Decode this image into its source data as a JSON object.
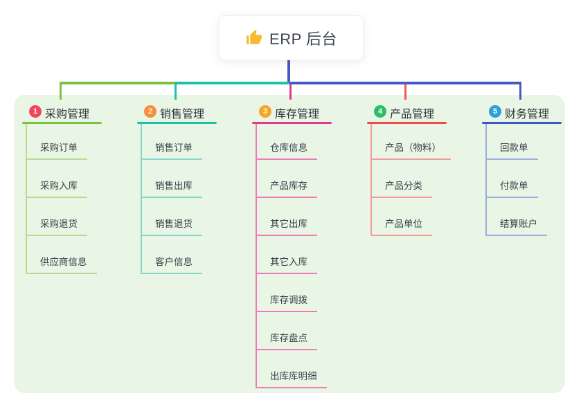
{
  "root": {
    "title": "ERP 后台",
    "icon": "thumbs-up-icon",
    "icon_color": "#F5BC2F"
  },
  "theme": {
    "canvas_bg": "#ffffff",
    "panel_bg": "#EAF6E5",
    "root_stem_color": "#4658C8",
    "connector_left_color": "#7CC242",
    "connector_mid_color": "#1FBFA9",
    "connector_right_color": "#4658C8",
    "title_text_color": "#2B323B",
    "item_text_color": "#39404A"
  },
  "branches": [
    {
      "number": "1",
      "label": "采购管理",
      "badge_color": "#F4455E",
      "line_color": "#7CC242",
      "sub_line_color": "#B3DB92",
      "drop_color": "#7CC242",
      "items": [
        "采购订单",
        "采购入库",
        "采购退货",
        "供应商信息"
      ]
    },
    {
      "number": "2",
      "label": "销售管理",
      "badge_color": "#FB8C3C",
      "line_color": "#1FBFA9",
      "sub_line_color": "#85D6C8",
      "drop_color": "#1FBFA9",
      "items": [
        "销售订单",
        "销售出库",
        "销售退货",
        "客户信息"
      ]
    },
    {
      "number": "3",
      "label": "库存管理",
      "badge_color": "#F5A623",
      "line_color": "#E6378E",
      "sub_line_color": "#F279B8",
      "drop_color": "#E6378E",
      "items": [
        "仓库信息",
        "产品库存",
        "其它出库",
        "其它入库",
        "库存调拨",
        "库存盘点",
        "出库库明细"
      ]
    },
    {
      "number": "4",
      "label": "产品管理",
      "badge_color": "#2DBD64",
      "line_color": "#F0484F",
      "sub_line_color": "#F59A9A",
      "drop_color": "#F0575C",
      "items": [
        "产品（物料）",
        "产品分类",
        "产品单位"
      ]
    },
    {
      "number": "5",
      "label": "财务管理",
      "badge_color": "#2BA0DB",
      "line_color": "#4154C8",
      "sub_line_color": "#9AAEE0",
      "drop_color": "#4658C8",
      "items": [
        "回款单",
        "付款单",
        "结算账户"
      ]
    }
  ]
}
